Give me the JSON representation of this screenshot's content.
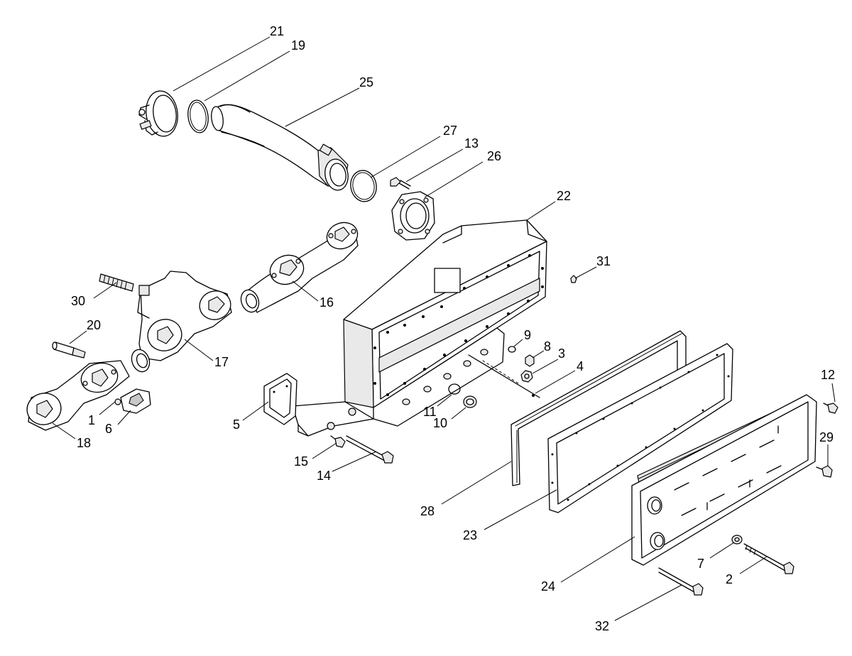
{
  "callouts": [
    {
      "id": "21",
      "text": "21"
    },
    {
      "id": "19",
      "text": "19"
    },
    {
      "id": "25",
      "text": "25"
    },
    {
      "id": "27",
      "text": "27"
    },
    {
      "id": "13",
      "text": "13"
    },
    {
      "id": "26",
      "text": "26"
    },
    {
      "id": "22",
      "text": "22"
    },
    {
      "id": "31",
      "text": "31"
    },
    {
      "id": "30",
      "text": "30"
    },
    {
      "id": "16",
      "text": "16"
    },
    {
      "id": "20",
      "text": "20"
    },
    {
      "id": "17",
      "text": "17"
    },
    {
      "id": "9",
      "text": "9"
    },
    {
      "id": "8",
      "text": "8"
    },
    {
      "id": "3",
      "text": "3"
    },
    {
      "id": "4",
      "text": "4"
    },
    {
      "id": "12",
      "text": "12"
    },
    {
      "id": "1",
      "text": "1"
    },
    {
      "id": "6",
      "text": "6"
    },
    {
      "id": "18",
      "text": "18"
    },
    {
      "id": "5",
      "text": "5"
    },
    {
      "id": "11",
      "text": "11"
    },
    {
      "id": "10",
      "text": "10"
    },
    {
      "id": "29",
      "text": "29"
    },
    {
      "id": "15",
      "text": "15"
    },
    {
      "id": "14",
      "text": "14"
    },
    {
      "id": "28",
      "text": "28"
    },
    {
      "id": "23",
      "text": "23"
    },
    {
      "id": "7",
      "text": "7"
    },
    {
      "id": "2",
      "text": "2"
    },
    {
      "id": "24",
      "text": "24"
    },
    {
      "id": "32",
      "text": "32"
    }
  ]
}
